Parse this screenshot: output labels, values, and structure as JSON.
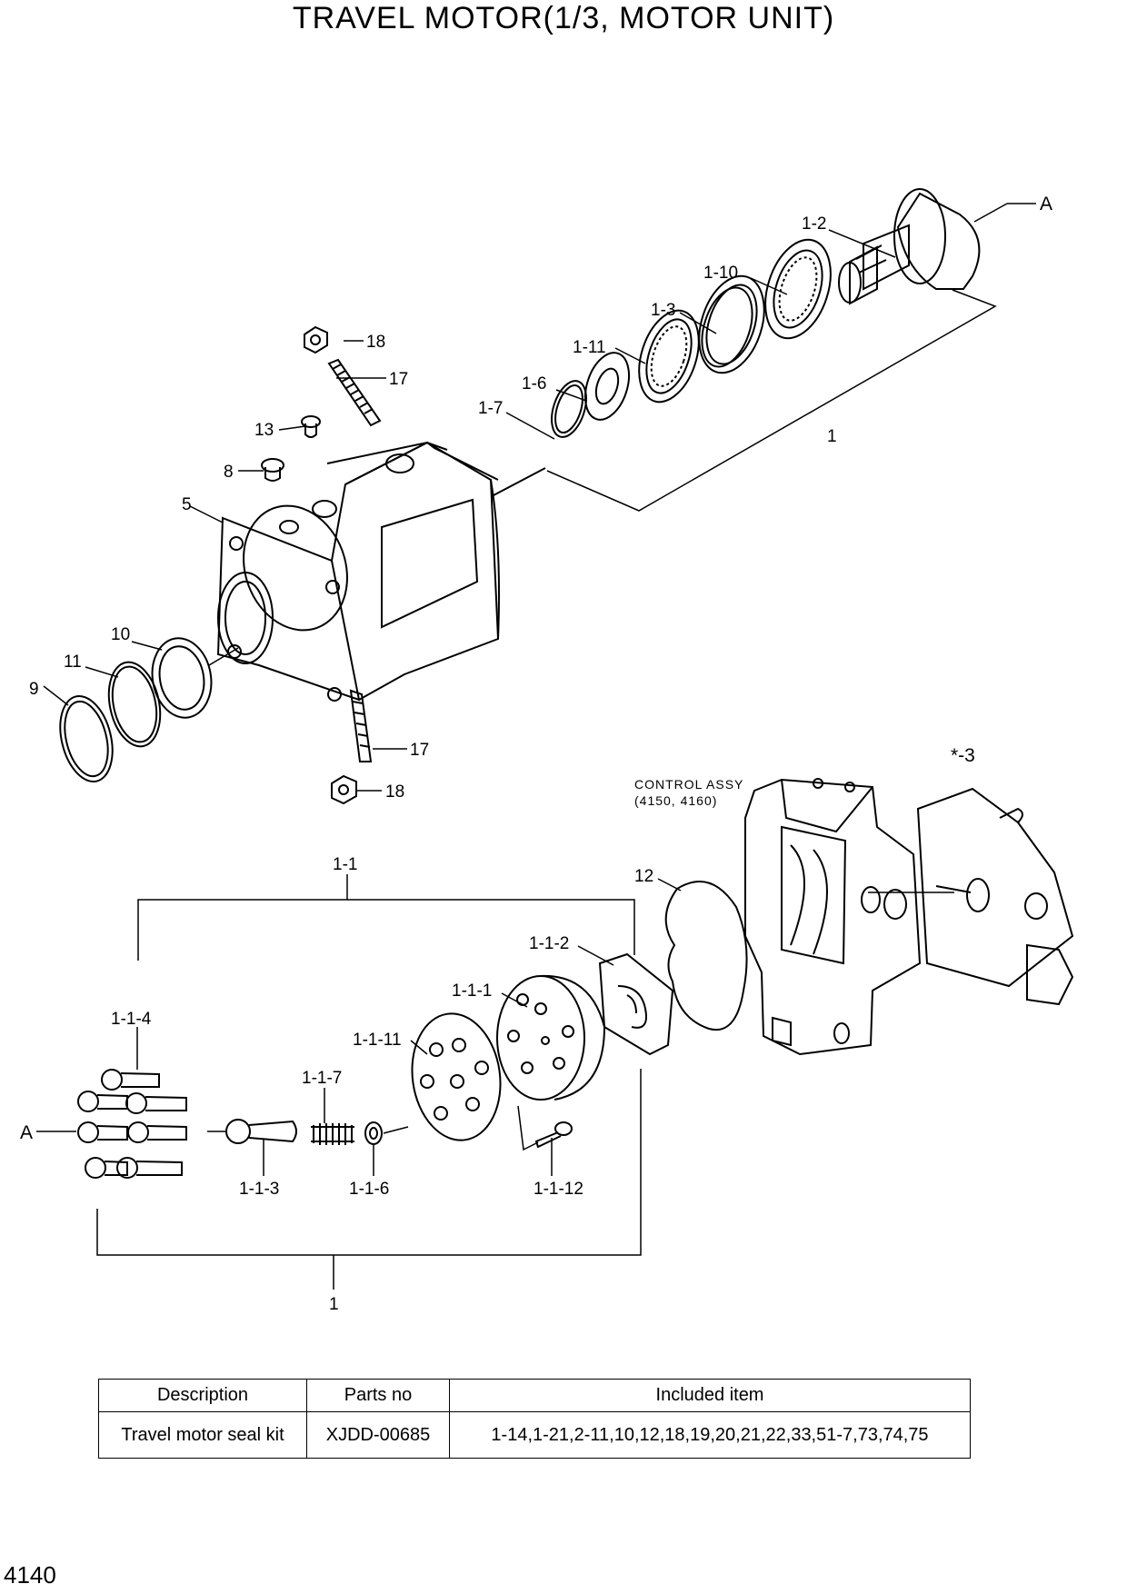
{
  "title": "TRAVEL MOTOR(1/3, MOTOR UNIT)",
  "page_number": "4140",
  "callouts": {
    "c_1_2": "1-2",
    "c_A_top": "A",
    "c_1_10": "1-10",
    "c_1_3": "1-3",
    "c_1_11": "1-11",
    "c_1_6": "1-6",
    "c_1_7": "1-7",
    "c_1_top": "1",
    "c_18_top": "18",
    "c_17_top": "17",
    "c_13": "13",
    "c_8": "8",
    "c_5": "5",
    "c_10": "10",
    "c_11": "11",
    "c_9": "9",
    "c_17_bottom": "17",
    "c_18_bottom": "18",
    "c_control_assy": "CONTROL ASSY",
    "c_control_models": "(4150, 4160)",
    "c_star_3": "*-3",
    "c_1_1": "1-1",
    "c_12": "12",
    "c_1_1_2": "1-1-2",
    "c_1_1_1": "1-1-1",
    "c_1_1_4": "1-1-4",
    "c_1_1_11": "1-1-11",
    "c_1_1_7": "1-1-7",
    "c_A_left": "A",
    "c_1_1_3": "1-1-3",
    "c_1_1_6": "1-1-6",
    "c_1_1_12": "1-1-12",
    "c_1_bottom": "1"
  },
  "kit_table": {
    "headers": {
      "description": "Description",
      "parts_no": "Parts no",
      "included": "Included item"
    },
    "rows": [
      {
        "description": "Travel motor seal kit",
        "parts_no": "XJDD-00685",
        "included": "1-14,1-21,2-11,10,12,18,19,20,21,22,33,51-7,73,74,75"
      }
    ]
  }
}
